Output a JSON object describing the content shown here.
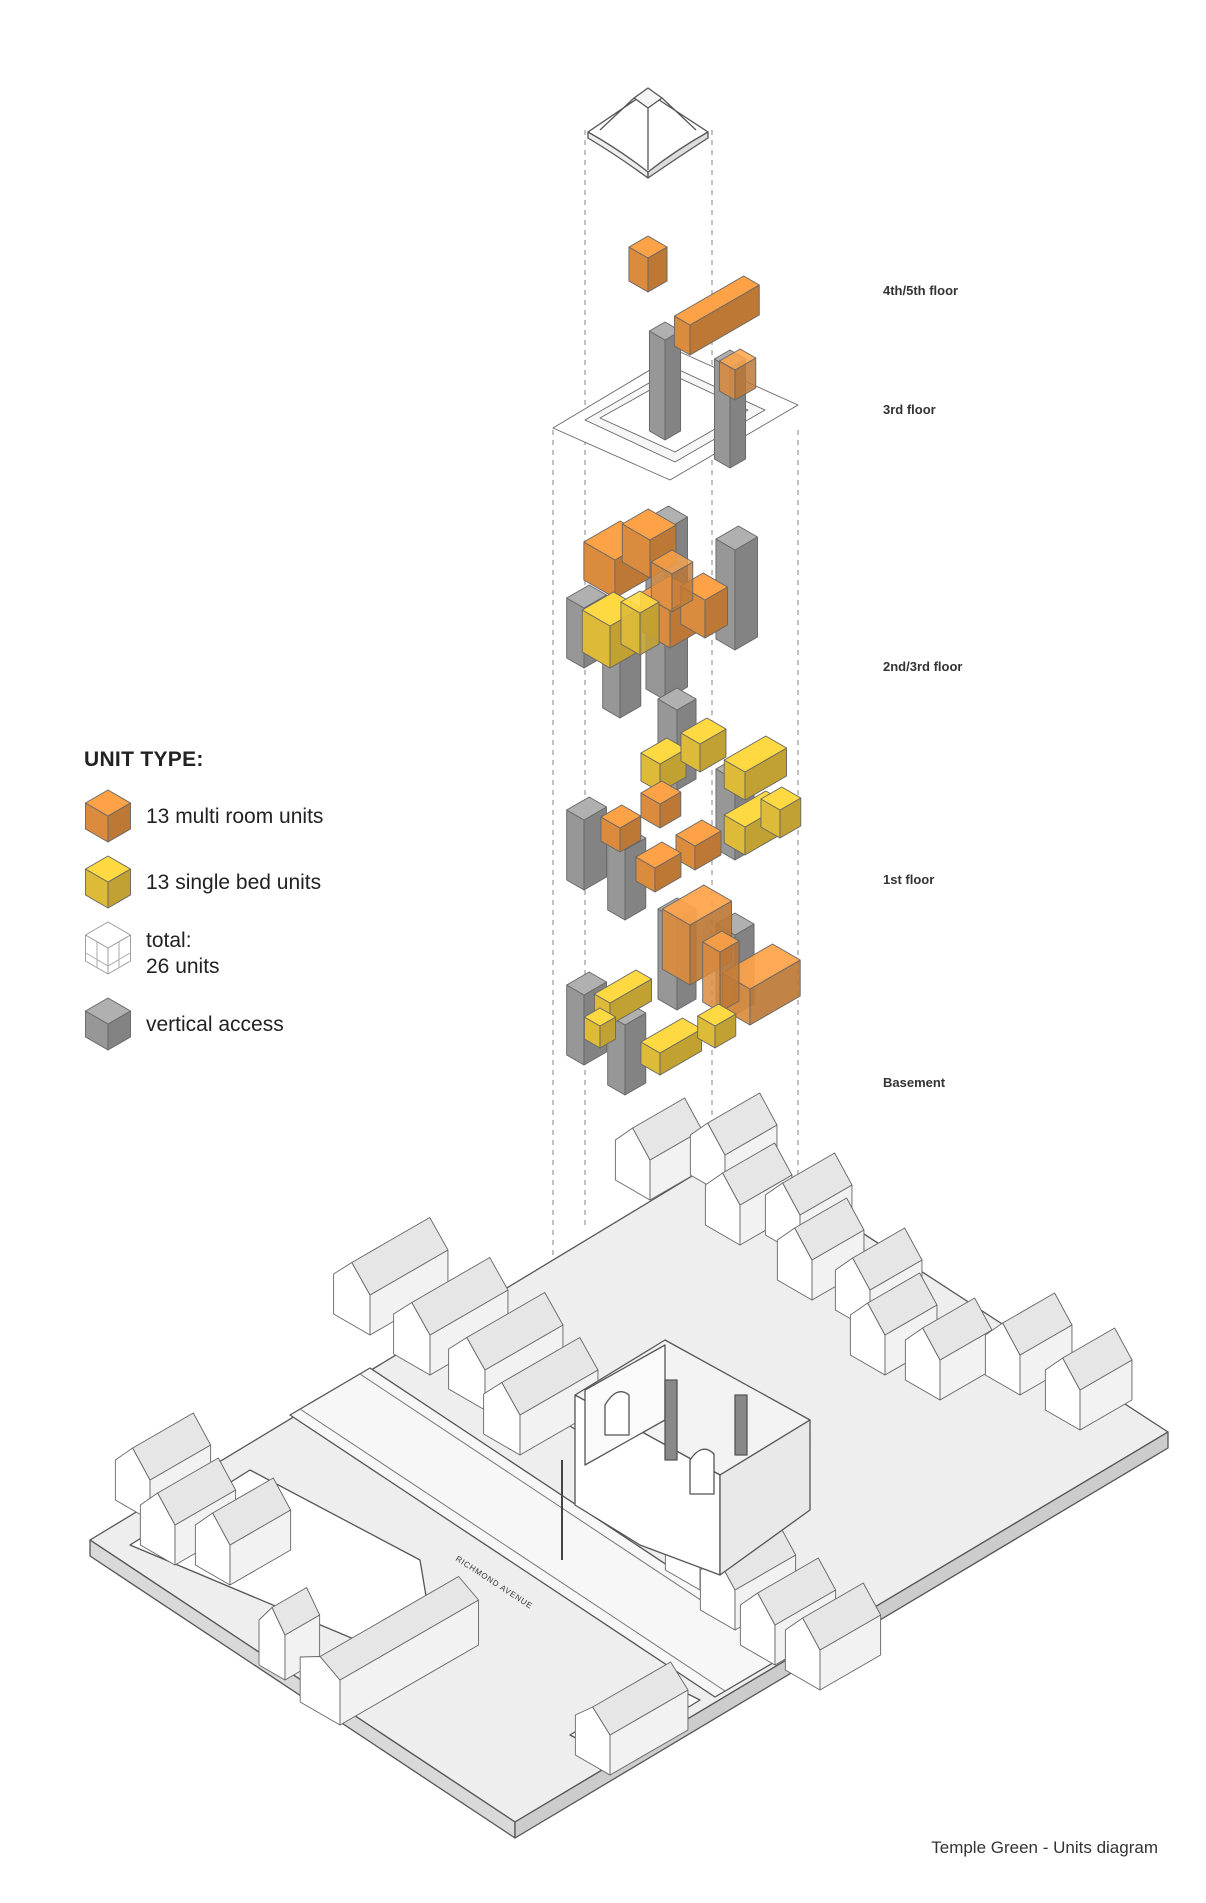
{
  "legend": {
    "title": "UNIT TYPE:",
    "items": [
      {
        "label": "13 multi room units",
        "color": "#f29a45"
      },
      {
        "label": "13 single bed units",
        "color": "#f7cf3f"
      },
      {
        "label_line1": "total:",
        "label_line2": "26 units",
        "color": "#ffffff"
      },
      {
        "label": "vertical access",
        "color": "#a8a8a8"
      }
    ]
  },
  "floors": [
    {
      "label": "4th/5th floor"
    },
    {
      "label": "3rd floor"
    },
    {
      "label": "2nd/3rd floor"
    },
    {
      "label": "1st floor"
    },
    {
      "label": "Basement"
    }
  ],
  "street_name": "RICHMOND AVENUE",
  "caption": "Temple Green - Units diagram",
  "colors": {
    "multi": "#f29a45",
    "single": "#f7cf3f",
    "access": "#a8a8a8",
    "site": "#eeeeee",
    "line": "#555555"
  }
}
